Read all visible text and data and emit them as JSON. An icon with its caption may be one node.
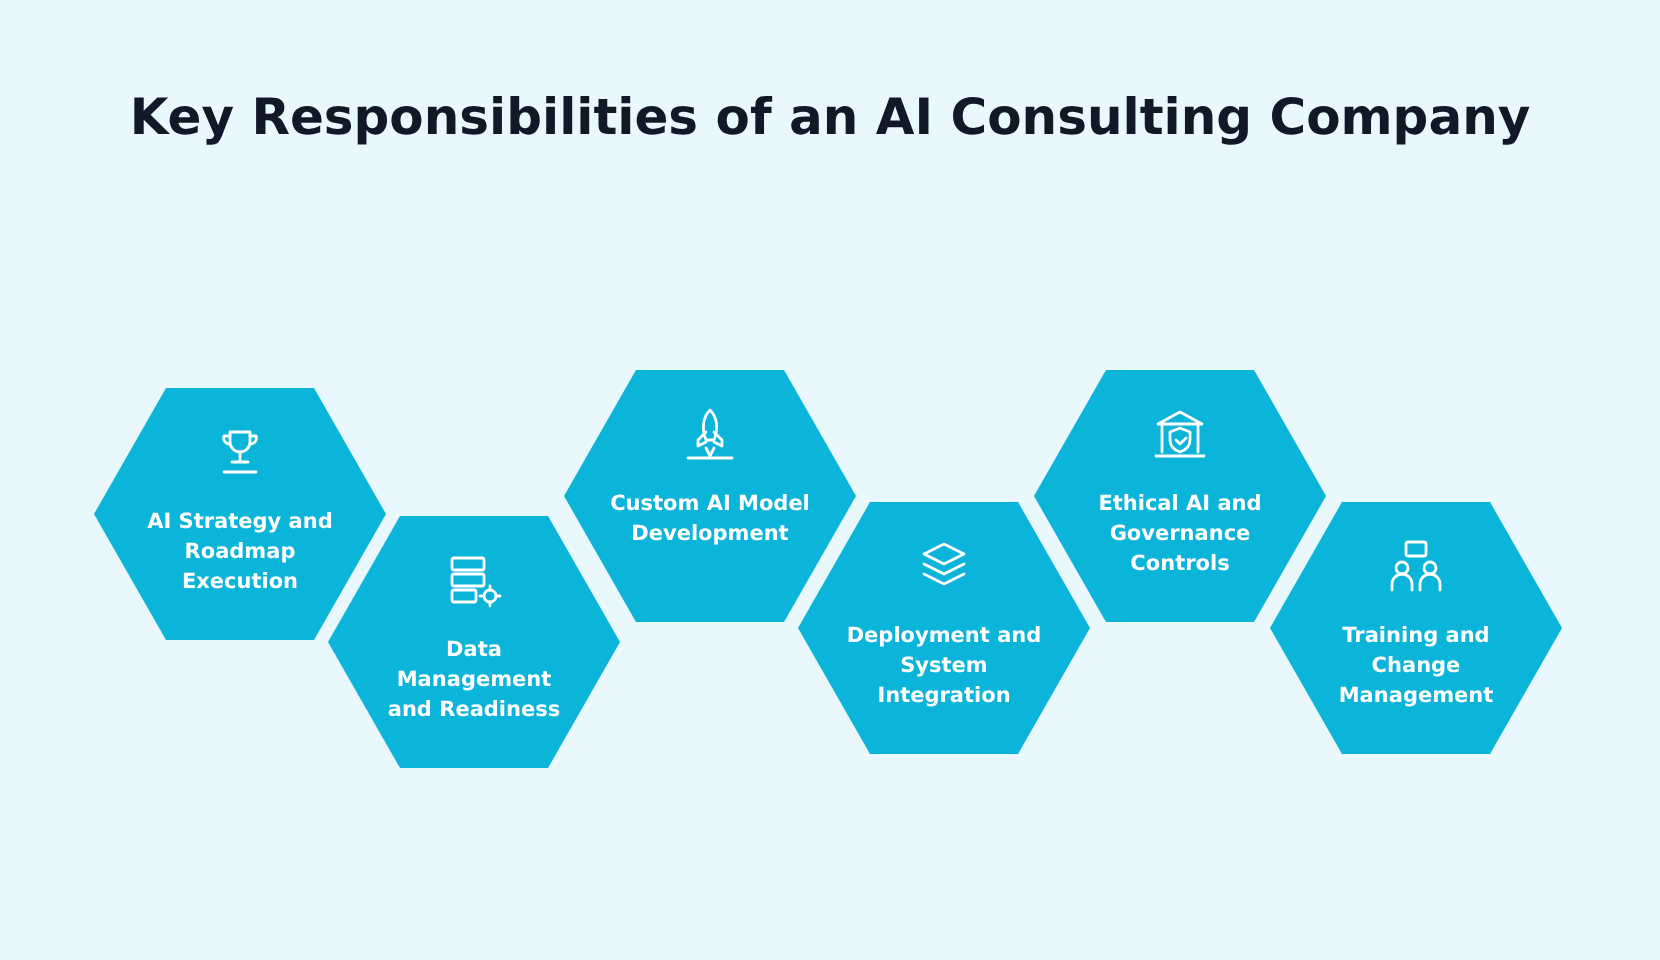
{
  "diagram": {
    "title": "Key Responsibilities of an AI Consulting Company",
    "nodes": [
      {
        "text": [
          "AI Strategy and Roadmap Execution"
        ]
      },
      {
        "text": [
          "Data Management and Readiness"
        ]
      },
      {
        "text": [
          "Custom AI Model Development"
        ]
      },
      {
        "text": [
          "Deployment and System Integration"
        ]
      },
      {
        "text": [
          "Ethical AI and Governance Controls"
        ]
      },
      {
        "text": [
          "Training and Change Management"
        ]
      }
    ],
    "edges": []
  }
}
